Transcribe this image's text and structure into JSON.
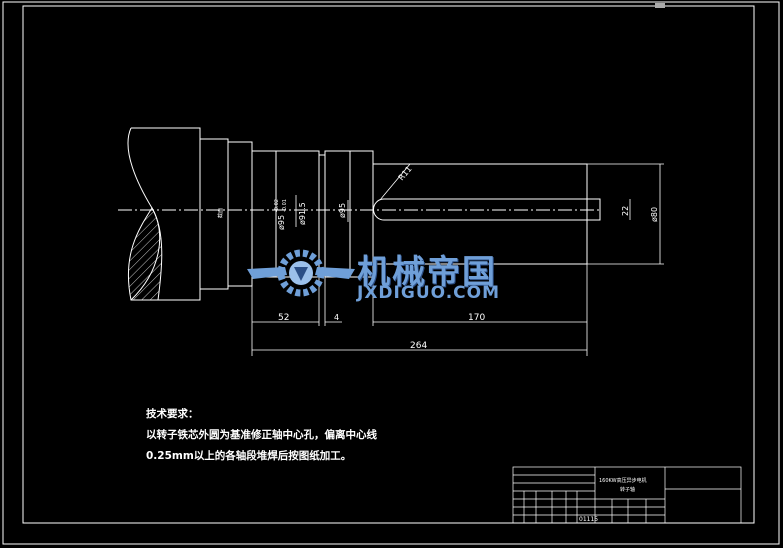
{
  "dimensions": {
    "d52": "52",
    "d4": "4",
    "d170": "170",
    "d264": "264",
    "dia95": "ø95",
    "tol_upper": "-0.02",
    "tol_lower": "-0.01",
    "dia91_5": "ø91.5",
    "dia95b": "ø95",
    "r11": "R11",
    "d22": "22",
    "dia80": "ø80",
    "side_label": "截面"
  },
  "notes": {
    "title": "技术要求：",
    "line1": "以转子铁芯外圆为基准修正轴中心孔，偏离中心线",
    "line2": "0.25mm以上的各轴段堆焊后按图纸加工。"
  },
  "watermark": {
    "cn": "机械帝国",
    "en": "JXDIGUO.COM"
  },
  "title_block": {
    "name_line1": "160KW高压异步电机",
    "name_line2": "转子轴",
    "code": "01115"
  },
  "colors": {
    "background": "#000000",
    "line": "#ffffff",
    "watermark": "#6f9fd8"
  }
}
